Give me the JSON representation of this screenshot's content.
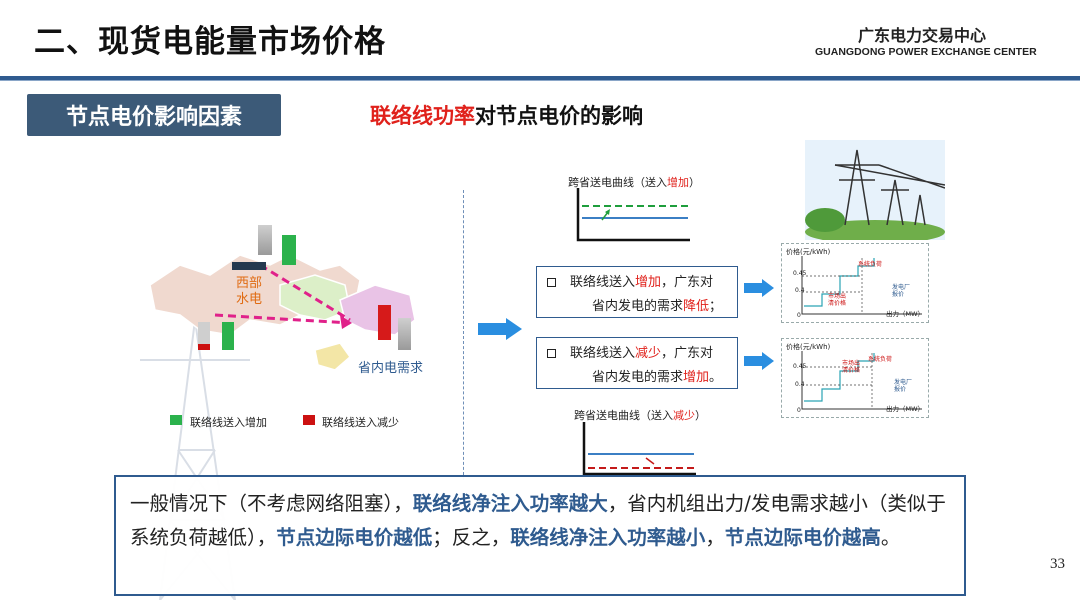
{
  "header": {
    "title": "二、现货电能量市场价格",
    "org_cn": "广东电力交易中心",
    "org_en": "GUANGDONG POWER EXCHANGE CENTER"
  },
  "section_tag": "节点电价影响因素",
  "subtitle": {
    "red": "联络线功率",
    "rest": "对节点电价的影响"
  },
  "map": {
    "label_west": "西部水电",
    "label_demand": "省内电需求",
    "legend_increase": "联络线送入增加",
    "legend_decrease": "联络线送入减少"
  },
  "curve_top": {
    "title_prefix": "跨省送电曲线（送入",
    "title_red": "增加",
    "title_suffix": "）"
  },
  "curve_bottom": {
    "title_prefix": "跨省送电曲线（送入",
    "title_red": "减少",
    "title_suffix": "）"
  },
  "box_top": {
    "line1_prefix": "联络线送入",
    "line1_red": "增加",
    "line1_suffix": "，广东对",
    "line2_prefix": "省内发电的需求",
    "line2_red": "降低",
    "line2_suffix": "；"
  },
  "box_bottom": {
    "line1_prefix": "联络线送入",
    "line1_red": "减少",
    "line1_suffix": "，广东对",
    "line2_prefix": "省内发电的需求",
    "line2_red": "增加",
    "line2_suffix": "。"
  },
  "price_chart": {
    "ylabel": "价格(元/kWh)",
    "xlabel": "出力（MW）",
    "tick_045": "0.45",
    "tick_04": "0.4",
    "tick_0": "0",
    "label_system_load": "系统负荷",
    "label_market_clearing": "市场出清价格",
    "label_plant_bid": "发电厂报价"
  },
  "note": {
    "p1": "一般情况下（不考虑网络阻塞），",
    "e1": "联络线净注入功率越大",
    "p2": "，省内机组出力/发电需求越小（类似于系统负荷越低），",
    "e2": "节点边际电价越低",
    "p3": "；反之，",
    "e3": "联络线净注入功率越小",
    "p4": "，",
    "e4": "节点边际电价越高",
    "p5": "。"
  },
  "page_number": "33",
  "colors": {
    "accent": "#2f5b8f",
    "red": "#e0211b",
    "green": "#2bb24c",
    "tag_bg": "#3c5a78"
  }
}
